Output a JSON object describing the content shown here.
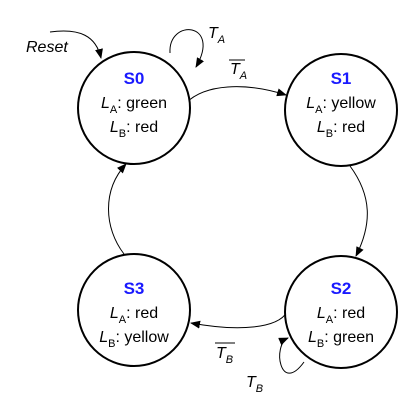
{
  "diagram": {
    "reset_label": "Reset",
    "states": [
      {
        "name": "S0",
        "outputs": [
          {
            "var": "L",
            "sub": "A",
            "value": ": green"
          },
          {
            "var": "L",
            "sub": "B",
            "value": ": red"
          }
        ]
      },
      {
        "name": "S1",
        "outputs": [
          {
            "var": "L",
            "sub": "A",
            "value": ": yellow"
          },
          {
            "var": "L",
            "sub": "B",
            "value": ": red"
          }
        ]
      },
      {
        "name": "S2",
        "outputs": [
          {
            "var": "L",
            "sub": "A",
            "value": ": red"
          },
          {
            "var": "L",
            "sub": "B",
            "value": ": green"
          }
        ]
      },
      {
        "name": "S3",
        "outputs": [
          {
            "var": "L",
            "sub": "A",
            "value": ": red"
          },
          {
            "var": "L",
            "sub": "B",
            "value": ": yellow"
          }
        ]
      }
    ],
    "transitions": [
      {
        "from": "S0",
        "to": "S0",
        "var": "T",
        "sub": "A",
        "negated": false
      },
      {
        "from": "S0",
        "to": "S1",
        "var": "T",
        "sub": "A",
        "negated": true
      },
      {
        "from": "S1",
        "to": "S2",
        "var": "",
        "sub": "",
        "negated": false
      },
      {
        "from": "S2",
        "to": "S2",
        "var": "T",
        "sub": "B",
        "negated": false
      },
      {
        "from": "S2",
        "to": "S3",
        "var": "T",
        "sub": "B",
        "negated": true
      },
      {
        "from": "S3",
        "to": "S0",
        "var": "",
        "sub": "",
        "negated": false
      }
    ],
    "colors": {
      "state_name": "#1a1aff",
      "stroke": "#000000",
      "text": "#000000"
    }
  }
}
